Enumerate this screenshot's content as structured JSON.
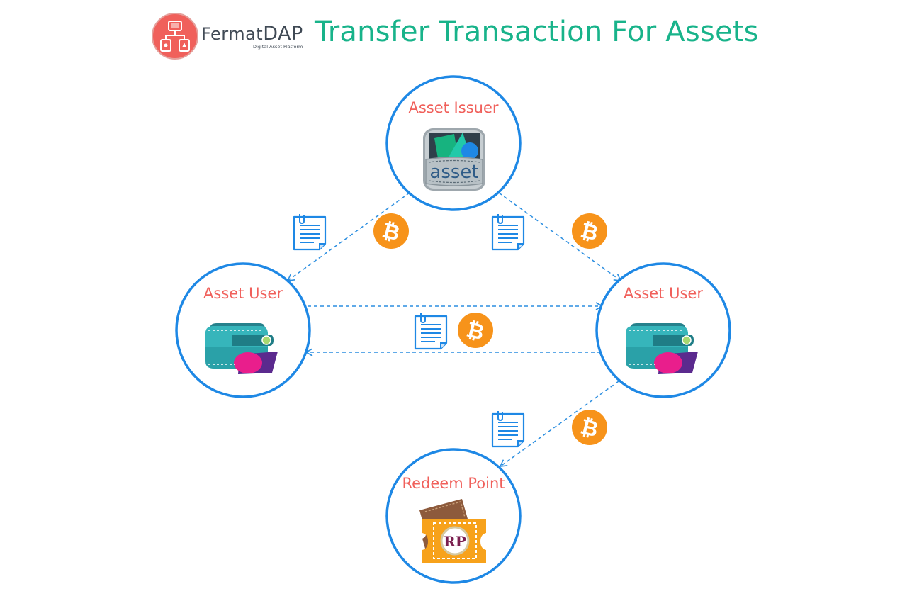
{
  "header": {
    "logo_name_prefix": "Fermat",
    "logo_name_suffix": "DAP",
    "logo_tagline": "Digital Asset Platform",
    "title": "Transfer Transaction For Assets"
  },
  "nodes": {
    "issuer": {
      "label": "Asset Issuer",
      "icon": "asset-wallet-icon",
      "icon_text": "asset"
    },
    "user_left": {
      "label": "Asset User",
      "icon": "wallet-icon"
    },
    "user_right": {
      "label": "Asset User",
      "icon": "wallet-icon"
    },
    "redeem": {
      "label": "Redeem Point",
      "icon": "redeem-ticket-icon",
      "icon_text": "RP"
    }
  },
  "edges": [
    {
      "from": "Asset Issuer",
      "to": "Asset User (left)",
      "carries": [
        "document-icon",
        "bitcoin-icon"
      ]
    },
    {
      "from": "Asset Issuer",
      "to": "Asset User (right)",
      "carries": [
        "document-icon",
        "bitcoin-icon"
      ]
    },
    {
      "from": "Asset User (left)",
      "to": "Asset User (right)",
      "carries": [
        "document-icon",
        "bitcoin-icon"
      ]
    },
    {
      "from": "Asset User (right)",
      "to": "Asset User (left)",
      "carries": []
    },
    {
      "from": "Asset User (right)",
      "to": "Redeem Point",
      "carries": [
        "document-icon",
        "bitcoin-icon"
      ]
    }
  ],
  "colors": {
    "circle_border": "#1e88e5",
    "arrow": "#2b8ee0",
    "label": "#f0605b",
    "title": "#18b38a",
    "bitcoin": "#f7931a",
    "document": "#1e88e5",
    "logo": "#f0605b"
  },
  "bitcoin_symbol": "₿"
}
